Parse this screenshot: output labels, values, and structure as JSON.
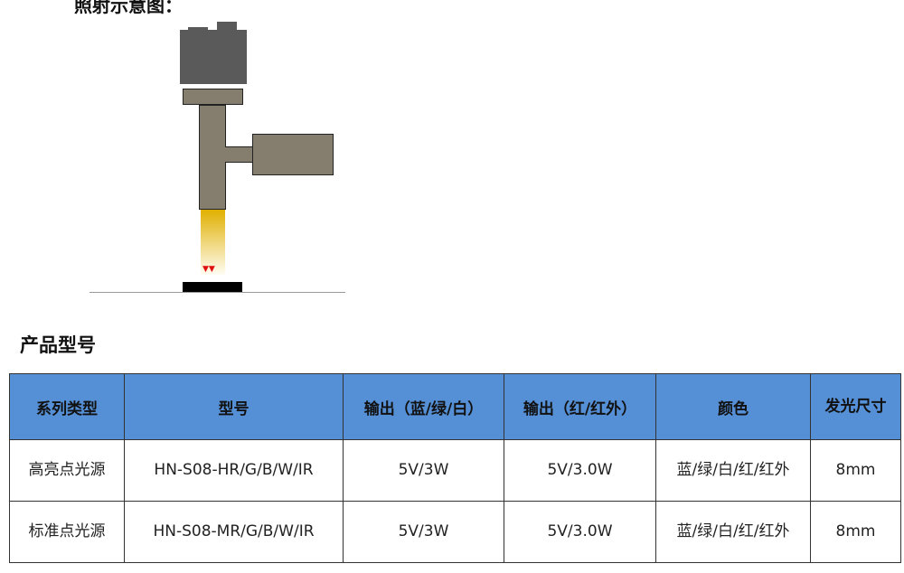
{
  "diagram_title": "照射示意图：",
  "section_title": "产品型号",
  "table": {
    "headers": [
      "系列类型",
      "型号",
      "输出（蓝/绿/白）",
      "输出（红/红外）",
      "颜色",
      "发光尺寸"
    ],
    "rows": [
      [
        "高亮点光源",
        "HN-S08-HR/G/B/W/IR",
        "5V/3W",
        "5V/3.0W",
        "蓝/绿/白/红/红外",
        "8mm"
      ],
      [
        "标准点光源",
        "HN-S08-MR/G/B/W/IR",
        "5V/3W",
        "5V/3.0W",
        "蓝/绿/白/红/红外",
        "8mm"
      ]
    ]
  },
  "colors": {
    "header_bg": "#5590d6",
    "camera": "#5a5a5a",
    "body": "#857e6e"
  }
}
